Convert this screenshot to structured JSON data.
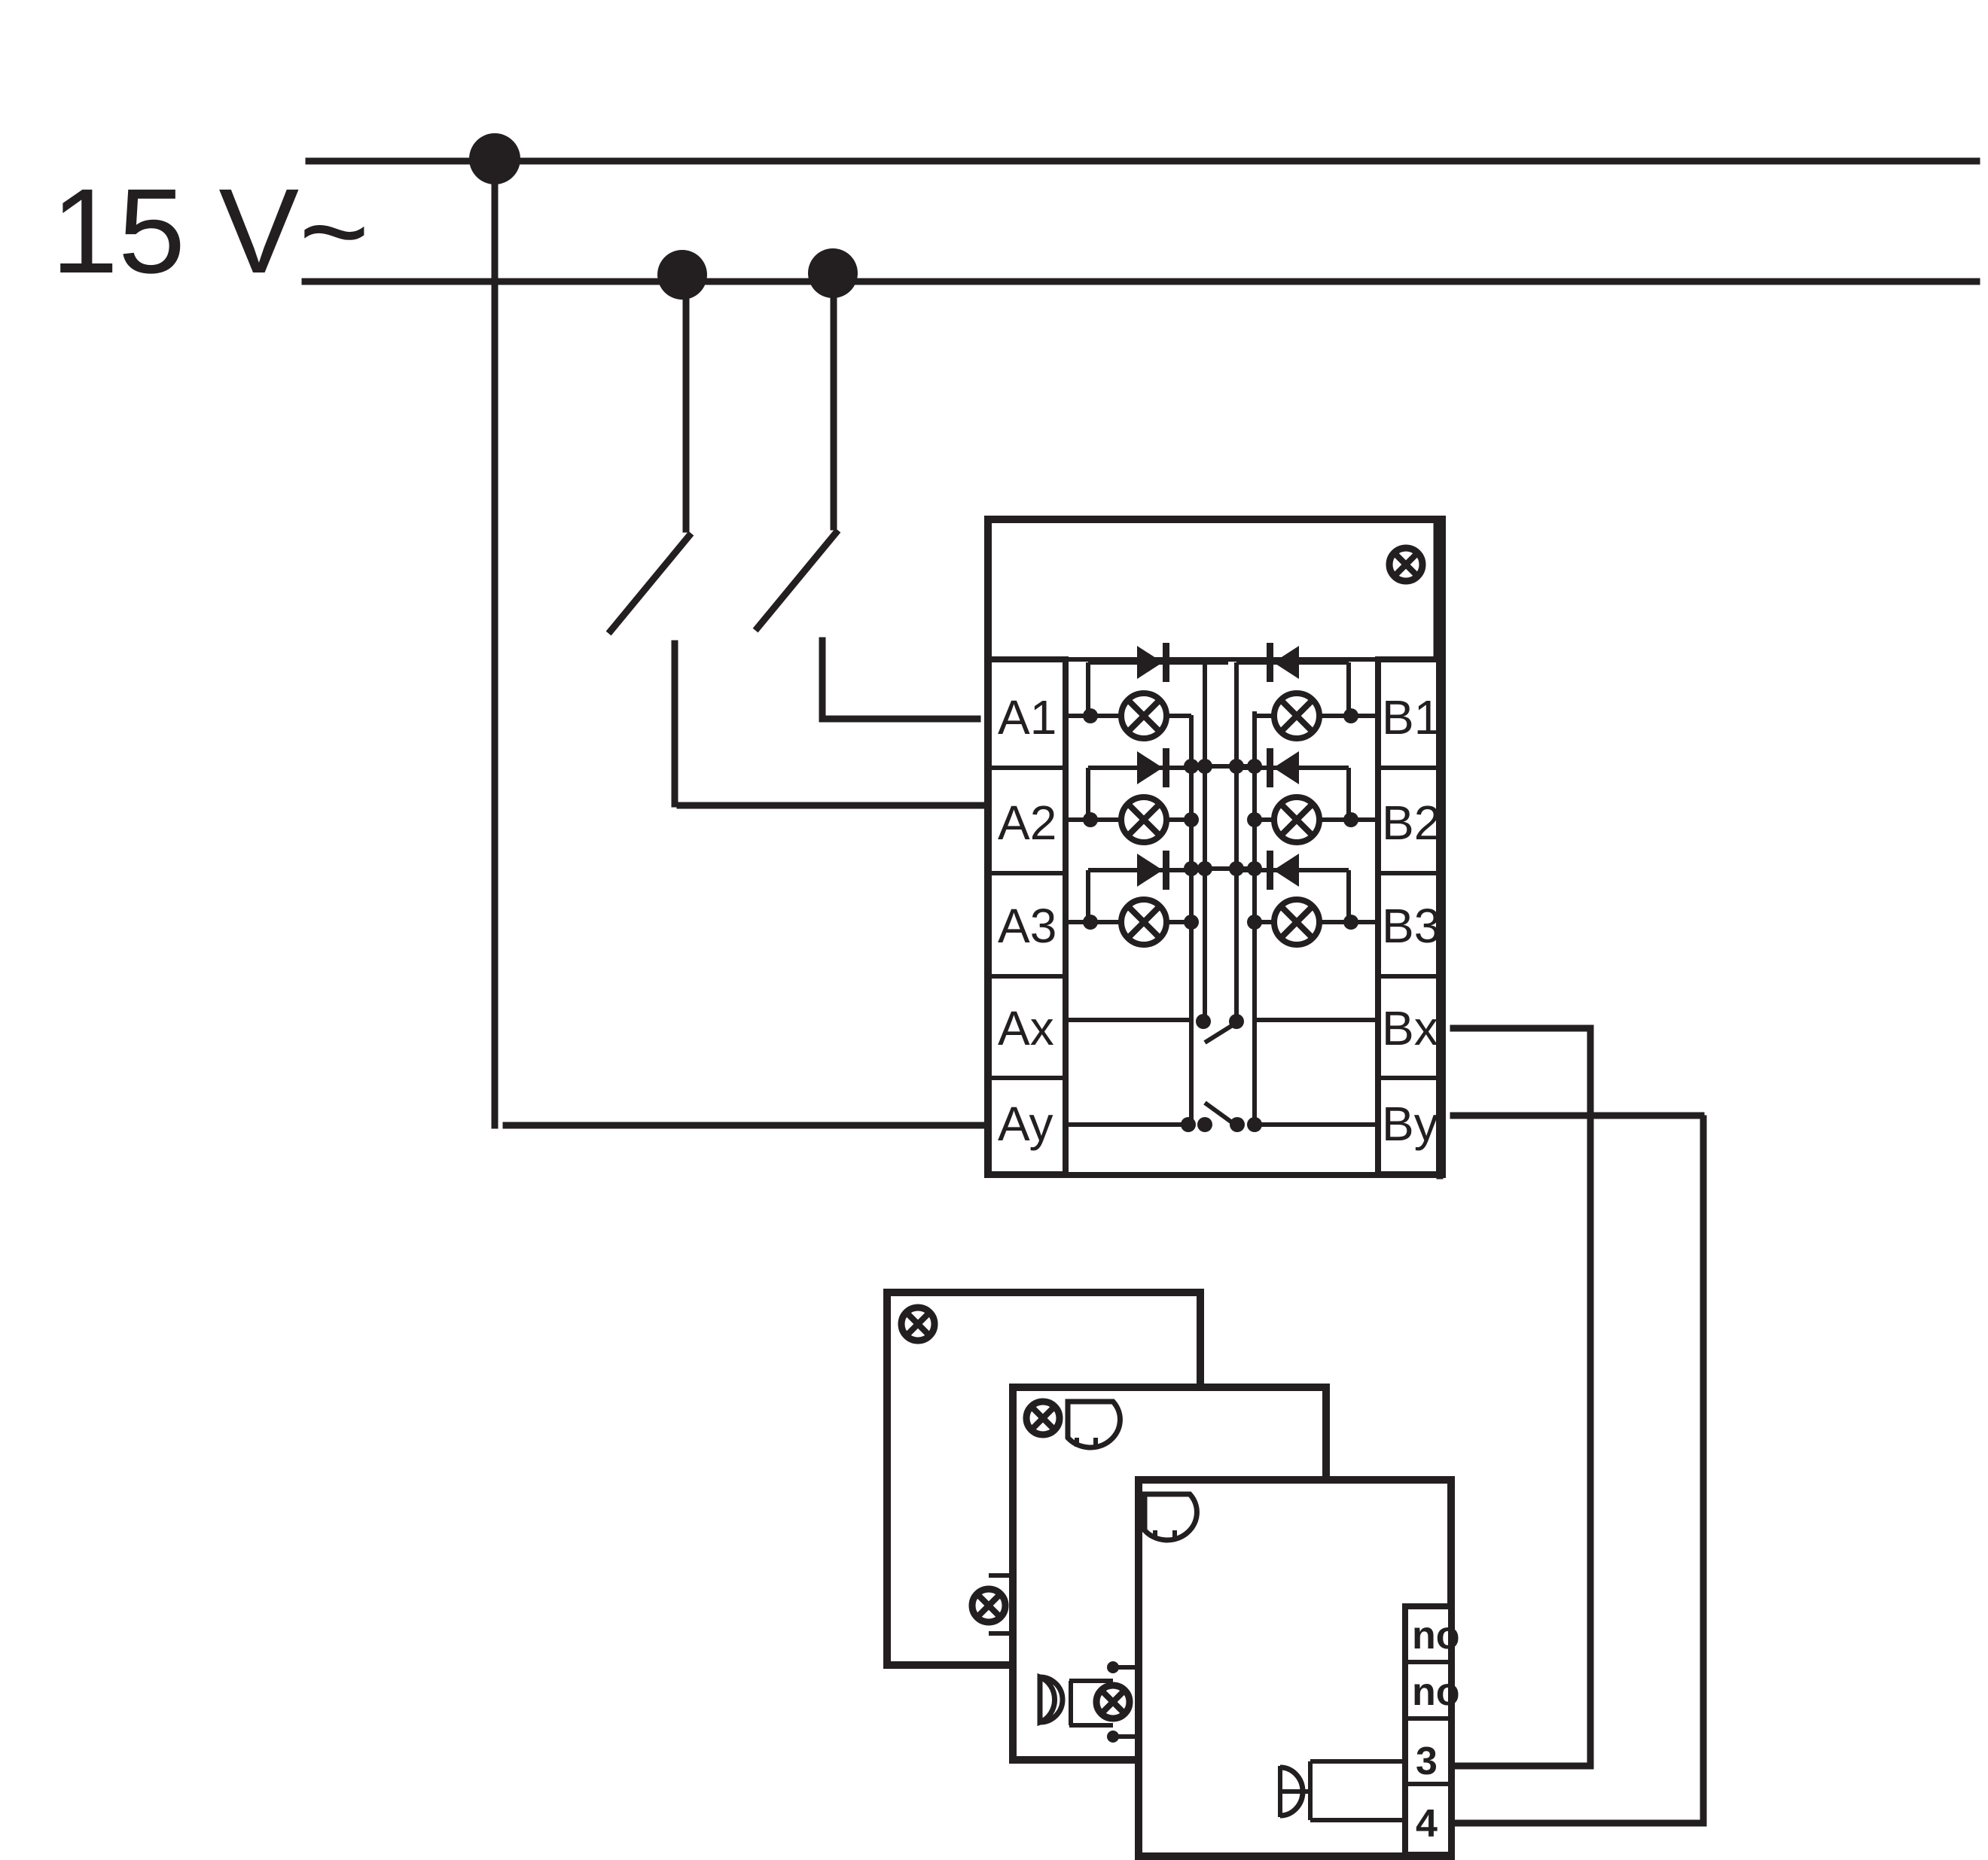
{
  "supply": {
    "label": "15 V~"
  },
  "module_a": {
    "terminals_a": [
      "A1",
      "A2",
      "A3",
      "Ax",
      "Ay"
    ],
    "terminals_b": [
      "B1",
      "B2",
      "B3",
      "Bx",
      "By"
    ]
  },
  "receiver": {
    "terminals": [
      "no",
      "no",
      "3",
      "4"
    ]
  },
  "icons": {
    "lamp": "lamp-icon",
    "diode": "diode-icon",
    "buzzer": "buzzer-icon",
    "switch": "switch-icon",
    "junction": "junction-dot"
  },
  "colors": {
    "ink": "#231f20",
    "background": "#ffffff"
  }
}
